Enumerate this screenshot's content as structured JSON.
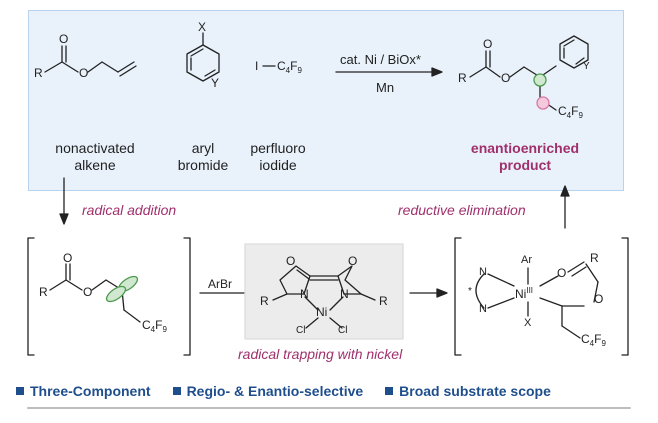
{
  "top_panel": {
    "reagents": [
      {
        "line1": "nonactivated",
        "line2": "alkene"
      },
      {
        "line1": "aryl",
        "line2": "bromide"
      },
      {
        "line1": "perfluoro",
        "line2": "iodide"
      }
    ],
    "conditions_top": "cat. Ni / BiOx*",
    "conditions_bottom": "Mn",
    "product_line1": "enantioenriched",
    "product_line2": "product"
  },
  "atoms": {
    "R": "R",
    "O": "O",
    "X": "X",
    "Y": "Y",
    "I": "I",
    "C4F9": "C4F9",
    "N": "N",
    "Ni": "Ni",
    "Cl": "Cl",
    "Ar": "Ar",
    "NiIII": "III",
    "star": "*"
  },
  "steps": {
    "radical_addition": "radical addition",
    "reductive_elimination": "reductive elimination",
    "radical_trapping": "radical trapping with nickel",
    "arbr": "ArBr"
  },
  "features": [
    "Three-Component",
    "Regio- & Enantio-selective",
    "Broad substrate scope"
  ],
  "colors": {
    "panel_fill": "#e9f2fb",
    "panel_border": "#b8d3ee",
    "accent_purple": "#a0306c",
    "feature_blue": "#1f4e8c",
    "radical_green": "#4e9a4e"
  }
}
